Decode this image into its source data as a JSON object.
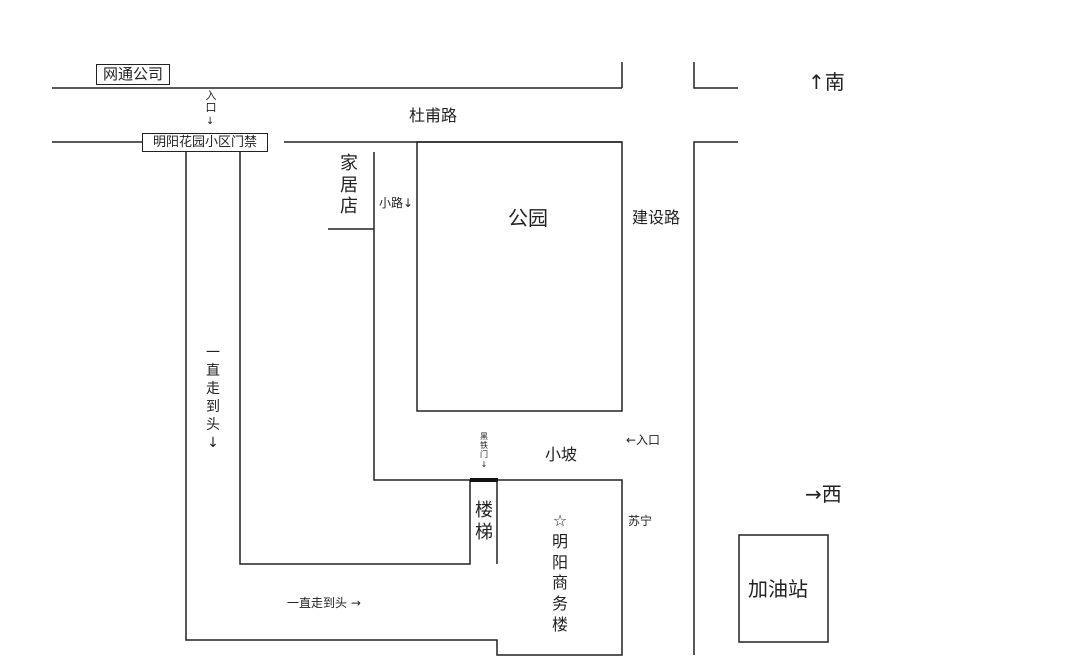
{
  "labels": {
    "wangtong": "网通公司",
    "entrance_top": "入口",
    "gate": "明阳花园小区门禁",
    "dufu_road": "杜甫路",
    "furniture_store": "家居店",
    "small_road": "小路↓",
    "park": "公园",
    "jianshe_road": "建设路",
    "south": "↑南",
    "straight_down": "一直走到头↓",
    "iron_gate": "黑铁门↓",
    "slope": "小坡",
    "entrance_right": "←入口",
    "west": "→西",
    "stairs": "楼梯",
    "building": "☆明阳商务楼",
    "suning": "苏宁",
    "straight_right": "一直走到头 →",
    "gas_station": "加油站"
  }
}
